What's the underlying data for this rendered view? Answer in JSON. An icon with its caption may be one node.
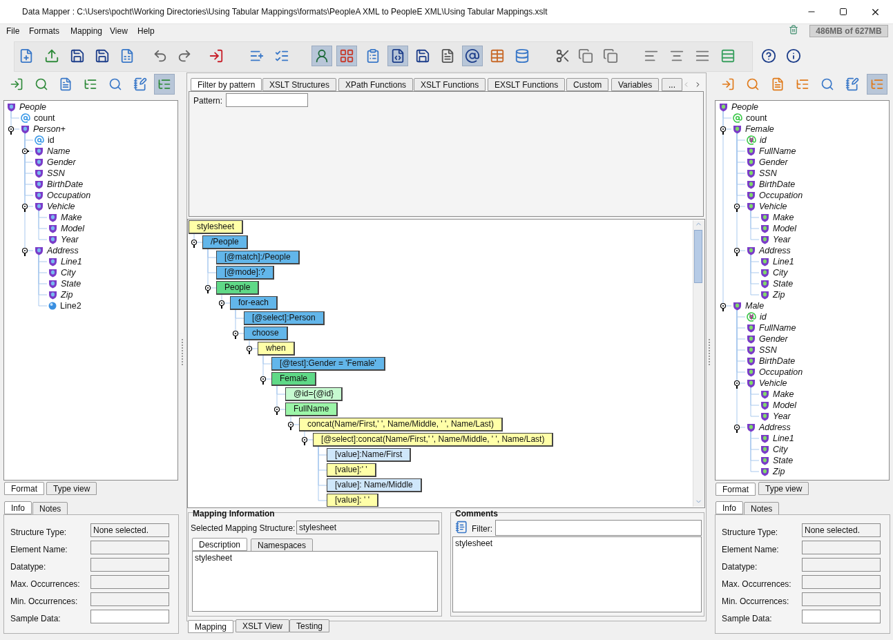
{
  "diagram": {
    "nodes": [
      {
        "text": [
          "People"
        ]
      },
      {
        "text": [
          "count"
        ]
      },
      {
        "text": [
          "Person+"
        ]
      },
      {
        "text": [
          "id"
        ]
      },
      {
        "text": [
          "Name"
        ]
      },
      {
        "text": [
          "Gender"
        ]
      },
      {
        "text": [
          "SSN"
        ]
      },
      {
        "text": [
          "BirthDate"
        ]
      },
      {
        "text": [
          "Occupation"
        ]
      },
      {
        "text": [
          "Vehicle"
        ]
      },
      {
        "text": [
          "Make"
        ]
      },
      {
        "text": [
          "Model"
        ]
      },
      {
        "text": [
          "Year"
        ]
      },
      {
        "text": [
          "Address"
        ]
      },
      {
        "text": [
          "Line1"
        ]
      },
      {
        "text": [
          "City"
        ]
      },
      {
        "text": [
          "State"
        ]
      },
      {
        "text": [
          "Zip"
        ]
      },
      {
        "text": [
          "Line2"
        ]
      },
      {
        "text": [
          "stylesheet"
        ]
      },
      {
        "text": [
          "/People"
        ]
      },
      {
        "text": [
          "[@match]:/People"
        ]
      },
      {
        "text": [
          "[@mode]:?"
        ]
      },
      {
        "text": [
          "People"
        ]
      },
      {
        "text": [
          "for-each"
        ]
      },
      {
        "text": [
          "[@select]:Person"
        ]
      },
      {
        "text": [
          "choose"
        ]
      },
      {
        "text": [
          "when"
        ]
      },
      {
        "text": [
          "[@test]:Gender = 'Female'"
        ]
      },
      {
        "text": [
          "Female"
        ]
      },
      {
        "text": [
          "@id={@id}"
        ]
      },
      {
        "text": [
          "FullName"
        ]
      },
      {
        "text": [
          "concat(Name/First,' ', Name/Middle, ' ', Name/Last)"
        ]
      },
      {
        "text": [
          "[@select]:concat(Name/First,' ', Name/Middle, ' ', Name/Last)"
        ]
      },
      {
        "text": [
          "[value]:Name/First"
        ]
      },
      {
        "text": [
          "[value]:' '"
        ]
      },
      {
        "text": [
          "[value]: Name/Middle"
        ]
      },
      {
        "text": [
          "[value]: ' '"
        ]
      },
      {
        "text": [
          "People"
        ]
      },
      {
        "text": [
          "count"
        ]
      },
      {
        "text": [
          "Female"
        ]
      },
      {
        "text": [
          "id"
        ]
      },
      {
        "text": [
          "FullName"
        ]
      },
      {
        "text": [
          "Gender"
        ]
      },
      {
        "text": [
          "SSN"
        ]
      },
      {
        "text": [
          "BirthDate"
        ]
      },
      {
        "text": [
          "Occupation"
        ]
      },
      {
        "text": [
          "Vehicle"
        ]
      },
      {
        "text": [
          "Make"
        ]
      },
      {
        "text": [
          "Model"
        ]
      },
      {
        "text": [
          "Year"
        ]
      },
      {
        "text": [
          "Address"
        ]
      },
      {
        "text": [
          "Line1"
        ]
      },
      {
        "text": [
          "City"
        ]
      },
      {
        "text": [
          "State"
        ]
      },
      {
        "text": [
          "Zip"
        ]
      },
      {
        "text": [
          "Male"
        ]
      },
      {
        "text": [
          "id"
        ]
      },
      {
        "text": [
          "FullName"
        ]
      },
      {
        "text": [
          "Gender"
        ]
      },
      {
        "text": [
          "SSN"
        ]
      },
      {
        "text": [
          "BirthDate"
        ]
      },
      {
        "text": [
          "Occupation"
        ]
      },
      {
        "text": [
          "Vehicle"
        ]
      },
      {
        "text": [
          "Make"
        ]
      },
      {
        "text": [
          "Model"
        ]
      },
      {
        "text": [
          "Year"
        ]
      },
      {
        "text": [
          "Address"
        ]
      },
      {
        "text": [
          "Line1"
        ]
      },
      {
        "text": [
          "City"
        ]
      },
      {
        "text": [
          "State"
        ]
      },
      {
        "text": [
          "Zip"
        ]
      }
    ],
    "edges": [
      {
        "from": 0,
        "to": 1,
        "arrow": "none"
      },
      {
        "from": 0,
        "to": 2,
        "arrow": "none"
      },
      {
        "from": 2,
        "to": 3,
        "arrow": "none"
      },
      {
        "from": 2,
        "to": 4,
        "arrow": "none"
      },
      {
        "from": 2,
        "to": 5,
        "arrow": "none"
      },
      {
        "from": 2,
        "to": 6,
        "arrow": "none"
      },
      {
        "from": 2,
        "to": 7,
        "arrow": "none"
      },
      {
        "from": 2,
        "to": 8,
        "arrow": "none"
      },
      {
        "from": 2,
        "to": 9,
        "arrow": "none"
      },
      {
        "from": 9,
        "to": 10,
        "arrow": "none"
      },
      {
        "from": 9,
        "to": 11,
        "arrow": "none"
      },
      {
        "from": 9,
        "to": 12,
        "arrow": "none"
      },
      {
        "from": 2,
        "to": 13,
        "arrow": "none"
      },
      {
        "from": 13,
        "to": 14,
        "arrow": "none"
      },
      {
        "from": 13,
        "to": 15,
        "arrow": "none"
      },
      {
        "from": 13,
        "to": 16,
        "arrow": "none"
      },
      {
        "from": 13,
        "to": 17,
        "arrow": "none"
      },
      {
        "from": 13,
        "to": 18,
        "arrow": "none"
      },
      {
        "from": 19,
        "to": 20,
        "arrow": "none"
      },
      {
        "from": 20,
        "to": 21,
        "arrow": "none"
      },
      {
        "from": 20,
        "to": 22,
        "arrow": "none"
      },
      {
        "from": 20,
        "to": 23,
        "arrow": "none"
      },
      {
        "from": 23,
        "to": 24,
        "arrow": "none"
      },
      {
        "from": 24,
        "to": 25,
        "arrow": "none"
      },
      {
        "from": 24,
        "to": 26,
        "arrow": "none"
      },
      {
        "from": 26,
        "to": 27,
        "arrow": "none"
      },
      {
        "from": 27,
        "to": 28,
        "arrow": "none"
      },
      {
        "from": 27,
        "to": 29,
        "arrow": "none"
      },
      {
        "from": 29,
        "to": 30,
        "arrow": "none"
      },
      {
        "from": 29,
        "to": 31,
        "arrow": "none"
      },
      {
        "from": 31,
        "to": 32,
        "arrow": "none"
      },
      {
        "from": 32,
        "to": 33,
        "arrow": "none"
      },
      {
        "from": 33,
        "to": 34,
        "arrow": "none"
      },
      {
        "from": 33,
        "to": 35,
        "arrow": "none"
      },
      {
        "from": 33,
        "to": 36,
        "arrow": "none"
      },
      {
        "from": 33,
        "to": 37,
        "arrow": "none"
      },
      {
        "from": 38,
        "to": 39,
        "arrow": "none"
      },
      {
        "from": 38,
        "to": 40,
        "arrow": "none"
      },
      {
        "from": 40,
        "to": 41,
        "arrow": "none"
      },
      {
        "from": 40,
        "to": 42,
        "arrow": "none"
      },
      {
        "from": 40,
        "to": 43,
        "arrow": "none"
      },
      {
        "from": 40,
        "to": 44,
        "arrow": "none"
      },
      {
        "from": 40,
        "to": 45,
        "arrow": "none"
      },
      {
        "from": 40,
        "to": 46,
        "arrow": "none"
      },
      {
        "from": 40,
        "to": 47,
        "arrow": "none"
      },
      {
        "from": 47,
        "to": 48,
        "arrow": "none"
      },
      {
        "from": 47,
        "to": 49,
        "arrow": "none"
      },
      {
        "from": 47,
        "to": 50,
        "arrow": "none"
      },
      {
        "from": 40,
        "to": 51,
        "arrow": "none"
      },
      {
        "from": 51,
        "to": 52,
        "arrow": "none"
      },
      {
        "from": 51,
        "to": 53,
        "arrow": "none"
      },
      {
        "from": 51,
        "to": 54,
        "arrow": "none"
      },
      {
        "from": 51,
        "to": 55,
        "arrow": "none"
      },
      {
        "from": 38,
        "to": 56,
        "arrow": "none"
      },
      {
        "from": 56,
        "to": 57,
        "arrow": "none"
      },
      {
        "from": 56,
        "to": 58,
        "arrow": "none"
      },
      {
        "from": 56,
        "to": 59,
        "arrow": "none"
      },
      {
        "from": 56,
        "to": 60,
        "arrow": "none"
      },
      {
        "from": 56,
        "to": 61,
        "arrow": "none"
      },
      {
        "from": 56,
        "to": 62,
        "arrow": "none"
      },
      {
        "from": 56,
        "to": 63,
        "arrow": "none"
      },
      {
        "from": 63,
        "to": 64,
        "arrow": "none"
      },
      {
        "from": 63,
        "to": 65,
        "arrow": "none"
      },
      {
        "from": 63,
        "to": 66,
        "arrow": "none"
      },
      {
        "from": 56,
        "to": 67,
        "arrow": "none"
      },
      {
        "from": 67,
        "to": 68,
        "arrow": "none"
      },
      {
        "from": 67,
        "to": 69,
        "arrow": "none"
      },
      {
        "from": 67,
        "to": 70,
        "arrow": "none"
      },
      {
        "from": 67,
        "to": 71,
        "arrow": "none"
      }
    ],
    "labels": [
      "Data Mapper : C:\\Users\\pocht\\Working Directories\\Using Tabular Mappings\\formats\\PeopleA XML to PeopleE XML\\Using Tabular Mappings.xslt",
      "File",
      "Formats",
      "Mapping",
      "View",
      "Help",
      "486MB of 627MB",
      "Filter by pattern",
      "XSLT Structures",
      "XPath Functions",
      "XSLT Functions",
      "EXSLT Functions",
      "Custom",
      "Variables",
      "...",
      "Pattern:",
      "Format",
      "Type view",
      "Info",
      "Notes",
      "Structure Type:",
      "None selected.",
      "Element Name:",
      "Datatype:",
      "Max. Occurrences:",
      "Min. Occurrences:",
      "Sample Data:",
      "Mapping Information",
      "Selected Mapping Structure:",
      "stylesheet",
      "Description",
      "Namespaces",
      "stylesheet",
      "Comments",
      "Filter:",
      "stylesheet",
      "Format",
      "Type view",
      "Info",
      "Notes",
      "Structure Type:",
      "None selected.",
      "Element Name:",
      "Datatype:",
      "Max. Occurrences:",
      "Min. Occurrences:",
      "Sample Data:",
      "Mapping",
      "XSLT View",
      "Testing"
    ]
  }
}
